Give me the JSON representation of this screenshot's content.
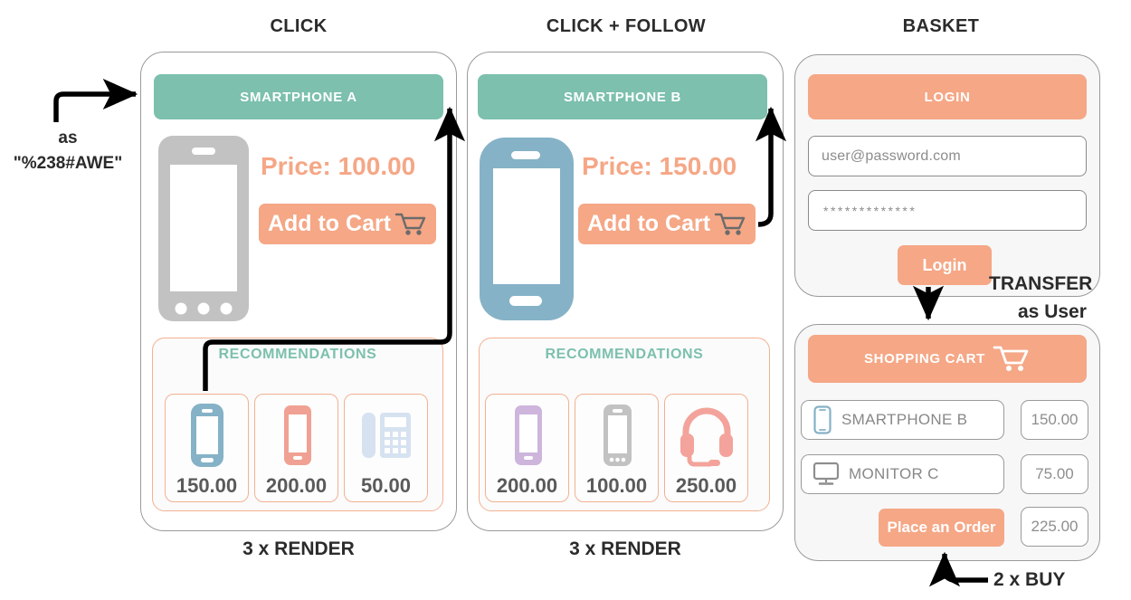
{
  "captions": [
    {
      "text": "CLICK"
    },
    {
      "text": "CLICK + FOLLOW"
    },
    {
      "text": "BASKET"
    }
  ],
  "annotations": {
    "as_label": "as",
    "as_value": "\"%238#AWE\"",
    "transfer": "TRANSFER",
    "transfer_as": "as User",
    "buy": "2 x BUY",
    "render_left": "3 x RENDER",
    "render_mid": "3 x RENDER"
  },
  "panel1": {
    "header": "SMARTPHONE A",
    "price": "Price: 100.00",
    "add_to_cart": "Add to Cart",
    "cart_icon": "shopping-cart-icon",
    "phone_icon": "smartphone-grey-icon",
    "recommendations": {
      "title": "RECOMMENDATIONS",
      "items": [
        {
          "icon": "smartphone-blue-icon",
          "value": "150.00"
        },
        {
          "icon": "smartphone-salmon-icon",
          "value": "200.00"
        },
        {
          "icon": "deskphone-blue-icon",
          "value": "50.00"
        }
      ]
    }
  },
  "panel2": {
    "header": "SMARTPHONE B",
    "price": "Price: 150.00",
    "add_to_cart": "Add to Cart",
    "cart_icon": "shopping-cart-icon",
    "phone_icon": "smartphone-blue-icon",
    "recommendations": {
      "title": "RECOMMENDATIONS",
      "items": [
        {
          "icon": "smartphone-purple-icon",
          "value": "200.00"
        },
        {
          "icon": "smartphone-grey-icon",
          "value": "100.00"
        },
        {
          "icon": "headset-pink-icon",
          "value": "250.00"
        }
      ]
    }
  },
  "login_panel": {
    "header": "LOGIN",
    "email_placeholder": "user@password.com",
    "password_value": "*************",
    "login_button": "Login"
  },
  "cart_panel": {
    "header": "SHOPPING CART",
    "cart_icon": "shopping-cart-icon",
    "rows": [
      {
        "icon": "smartphone-blue-icon",
        "label": "SMARTPHONE B",
        "value": "150.00"
      },
      {
        "icon": "monitor-grey-icon",
        "label": "MONITOR C",
        "value": "75.00"
      }
    ],
    "order_button": "Place an Order",
    "total": "225.00"
  },
  "colors": {
    "teal": "#7cc0ad",
    "orange": "#f5a786",
    "grey": "#c2c2c2",
    "blue": "#85b2c6",
    "salmon": "#f0a193",
    "purple": "#cdb5dc",
    "lightblue": "#d6e2f0",
    "pink": "#f3a39b",
    "text": "#2b2b2b"
  }
}
